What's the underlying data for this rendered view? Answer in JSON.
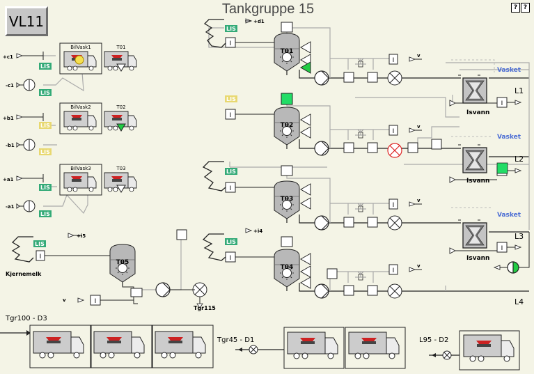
{
  "title": "Tankgruppe 15",
  "unit_button": "VL11",
  "help": [
    "?",
    "?"
  ],
  "colors": {
    "background": "#f4f4e6",
    "lis_ok": "#33aa77",
    "lis_warn": "#e8d870",
    "blue_label": "#4a6cd4",
    "active_green": "#22dd66",
    "alarm_red": "#dd2222",
    "sensor_yellow": "#f5e050"
  },
  "lines": {
    "l1": "L1",
    "l2": "L2",
    "l3": "L3",
    "l4": "L4"
  },
  "vasket": "Vasket",
  "isvann": "Isvann",
  "lis": "LIS",
  "tanks": {
    "t01": "T01",
    "t02": "T02",
    "t03": "T03",
    "t04": "T04",
    "t05": "T05"
  },
  "bilvask": {
    "b1": {
      "label": "BilVask1",
      "tank": "T01"
    },
    "b2": {
      "label": "BilVask2",
      "tank": "T02"
    },
    "b3": {
      "label": "BilVask3",
      "tank": "T03"
    }
  },
  "tags": {
    "c1_in": "+c1",
    "c1_out": "-c1",
    "b1_in": "+b1",
    "b1_out": "-b1",
    "a1_in": "+a1",
    "a1_out": "-a1",
    "d1": "+d1",
    "i4": "+i4",
    "i5": "+i5",
    "v": "v"
  },
  "kjernemelk": "Kjernemelk",
  "tgr115": "Tgr115",
  "docks": {
    "tgr100": "Tgr100 - D3",
    "tgr45": "Tgr45 - D1",
    "l95": "L95 - D2"
  }
}
